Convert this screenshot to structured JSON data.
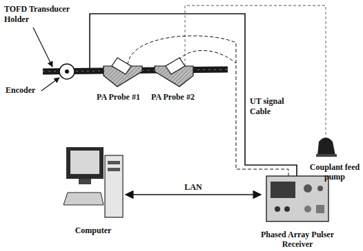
{
  "diagram": {
    "nodes": [
      {
        "text": [
          "Computer"
        ]
      },
      {
        "text": [
          "Phased Array Pulser Receiver"
        ]
      },
      {
        "text": [
          "Couplant feed pump"
        ]
      }
    ],
    "edges": [
      {
        "from": 0,
        "to": 1,
        "arrow": "both",
        "label": "LAN"
      }
    ],
    "labels": [
      "TOFD Transducer Holder",
      "Encoder",
      "PA Probe #1",
      "PA Probe #2",
      "UT signal Cable"
    ]
  }
}
